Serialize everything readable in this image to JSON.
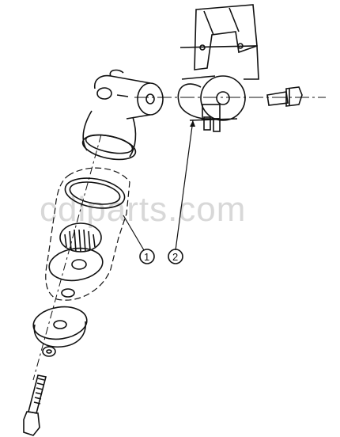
{
  "watermark": "cdiparts.com",
  "callouts": [
    {
      "id": "1",
      "label": "1"
    },
    {
      "id": "2",
      "label": "2"
    }
  ],
  "colors": {
    "line": "#111111",
    "background": "#ffffff",
    "watermark": "#d8d8d8"
  }
}
